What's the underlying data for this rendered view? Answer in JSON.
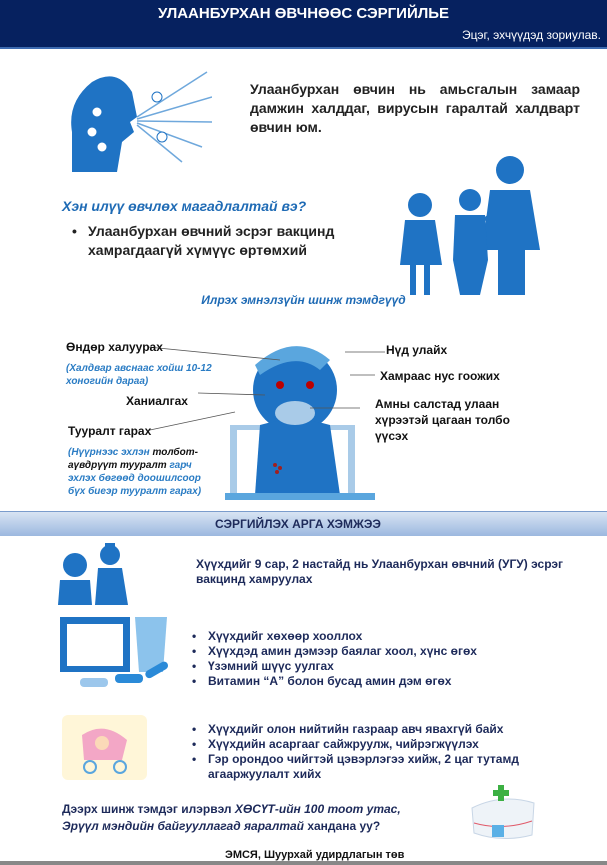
{
  "header": {
    "title": "УЛААНБУРХАН ӨВЧНӨӨС СЭРГИЙЛЬЕ",
    "subtitle": "Эцэг, эхчүүдэд зориулав."
  },
  "intro": {
    "text": "Улаанбурхан өвчин нь амьсгалын замаар дамжин халддаг, вирусын гаралтай халдварт өвчин юм."
  },
  "risk": {
    "question": "Хэн илүү өвчлөх магадлалтай вэ?",
    "items": [
      "Улаанбурхан өвчний эсрэг вакцинд хамрагдаагүй хүмүүс өртөмхий"
    ]
  },
  "symptoms": {
    "title": "Илрэх эмнэлзүйн шинж тэмдгүүд",
    "fever": "Өндөр халуурах",
    "fever_note": "(Халдвар авснаас хойш 10-12 хоногийн дараа)",
    "cough": "Ханиалгах",
    "rash": "Тууралт гарах",
    "rash_note_1": "(Нүүрнээс  эхлэн ",
    "rash_note_2": "толбот-аүвдрүүт тууралт ",
    "rash_note_3": "гарч эхлэх бөгөөд доошилсоор бүх биеэр тууралт гарах)",
    "eyes": "Нүд улайх",
    "nose": "Хамраас нус гоожих",
    "mouth": "Амны салстад улаан хүрээтэй цагаан толбо үүсэх"
  },
  "prevention": {
    "title": "СЭРГИЙЛЭХ АРГА ХЭМЖЭЭ",
    "vaccine": "Хүүхдийг 9 сар, 2 настайд нь Улаанбурхан өвчний (УГУ) эсрэг вакцинд хамруулах",
    "nutrition": [
      "Хүүхдийг хөхөөр хооллох",
      "Хүүхдэд амин дэмээр баялаг хоол, хүнс өгөх",
      "Үзэмний шүүс уулгах",
      "Витамин “А” болон бусад амин дэм өгөх"
    ],
    "care": [
      "Хүүхдийг олон нийтийн газраар авч явахгүй байх",
      "Хүүхдийн асаргааг сайжруулж, чийрэгжүүлэх",
      "Гэр орондоо чийгтэй цэвэрлэгээ хийж, 2 цаг тутамд агааржуулалт хийх"
    ]
  },
  "contact": {
    "part1": "Дээрх шинж тэмдэг илэрвэл ",
    "part2": "ХӨСҮТ-ийн 100 тоот утас,",
    "part3": "Эрүүл мэндийн байгууллагад  ",
    "part4": "яаралтай",
    "part5": " хандана уу?"
  },
  "footer": {
    "org": "ЭМСЯ, Шуурхай удирдлагын төв"
  }
}
